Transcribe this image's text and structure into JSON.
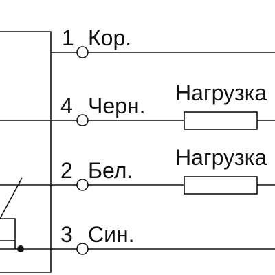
{
  "diagram": {
    "wires": [
      {
        "pin": "1",
        "color": "Кор."
      },
      {
        "pin": "4",
        "color": "Черн."
      },
      {
        "pin": "2",
        "color": "Бел."
      },
      {
        "pin": "3",
        "color": "Син."
      }
    ],
    "loads": [
      {
        "label": "Нагрузка"
      },
      {
        "label": "Нагрузка"
      }
    ]
  }
}
